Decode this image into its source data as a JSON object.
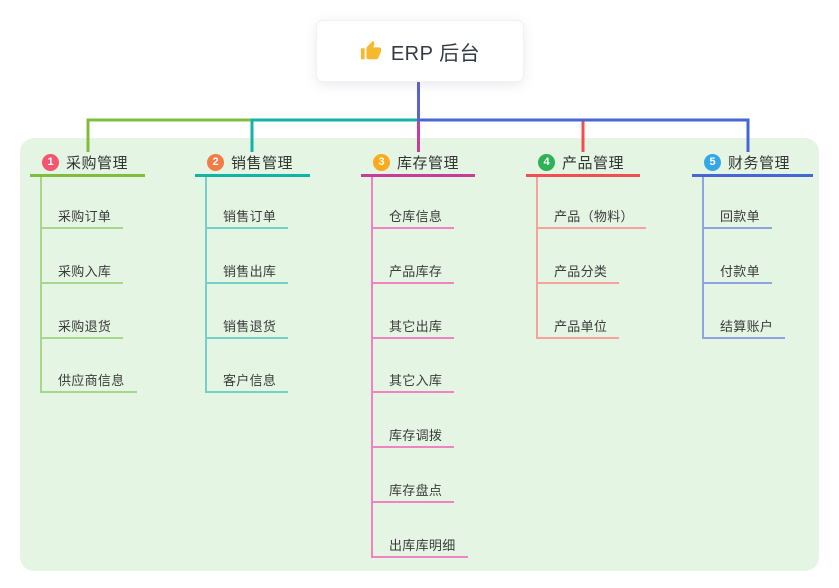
{
  "root": {
    "label": "ERP 后台",
    "icon": "thumbs-up-icon",
    "icon_color": "#f5b82e",
    "edge_color": "#5a64c9"
  },
  "canvas": {
    "background": "#ffffff",
    "panel_color": "#e4f5e3",
    "text_color": "#333333"
  },
  "branches": [
    {
      "badge": "1",
      "label": "采购管理",
      "badge_color": "#f3566d",
      "line_color": "#82bc3f",
      "child_line_color": "#a9d789",
      "children": [
        "采购订单",
        "采购入库",
        "采购退货",
        "供应商信息"
      ]
    },
    {
      "badge": "2",
      "label": "销售管理",
      "badge_color": "#f57b46",
      "line_color": "#14b3a8",
      "child_line_color": "#74d0c9",
      "children": [
        "销售订单",
        "销售出库",
        "销售退货",
        "客户信息"
      ]
    },
    {
      "badge": "3",
      "label": "库存管理",
      "badge_color": "#fbaa1c",
      "line_color": "#c73d9a",
      "child_line_color": "#f083c3",
      "children": [
        "仓库信息",
        "产品库存",
        "其它出库",
        "其它入库",
        "库存调拨",
        "库存盘点",
        "出库库明细"
      ]
    },
    {
      "badge": "4",
      "label": "产品管理",
      "badge_color": "#2fb156",
      "line_color": "#f25050",
      "child_line_color": "#f8a29c",
      "children": [
        "产品（物料）",
        "产品分类",
        "产品单位"
      ]
    },
    {
      "badge": "5",
      "label": "财务管理",
      "badge_color": "#35a7e8",
      "line_color": "#4667d3",
      "child_line_color": "#8ea4de",
      "children": [
        "回款单",
        "付款单",
        "结算账户"
      ]
    }
  ]
}
